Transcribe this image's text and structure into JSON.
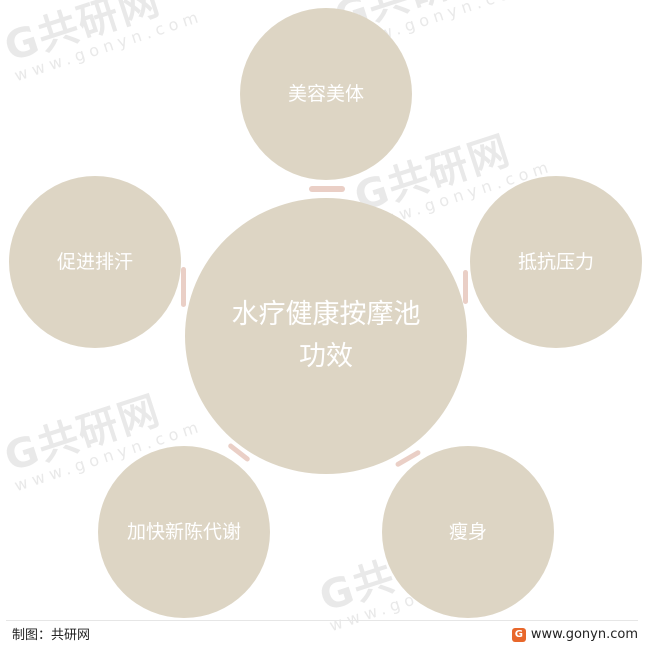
{
  "diagram": {
    "center": "水疗健康按摩池功效",
    "items": [
      "美容美体",
      "抵抗压力",
      "瘦身",
      "加快新陈代谢",
      "促进排汗"
    ]
  },
  "footer": {
    "credit": "制图：共研网",
    "website": "www.gonyn.com",
    "logo_letter": "G"
  },
  "watermark": {
    "text": "G共研网",
    "url": "www.gonyn.com"
  },
  "colors": {
    "circle": "#ddd5c4",
    "connector": "#eacfc6",
    "text": "#ffffff"
  }
}
